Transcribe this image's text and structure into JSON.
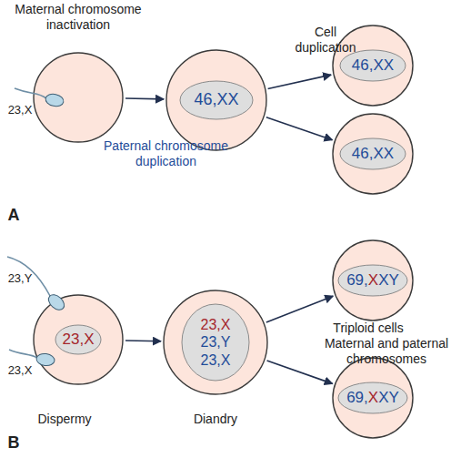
{
  "diagram": {
    "nodes": [
      {
        "text": [
          "Maternal chromosome inactivation"
        ]
      },
      {
        "text": [
          "46,XX"
        ]
      },
      {
        "text": [
          "46,XX"
        ]
      },
      {
        "text": [
          "46,XX"
        ]
      },
      {
        "text": [
          "23,X",
          "Dispermy"
        ]
      },
      {
        "text": [
          "23,X",
          "23,Y",
          "23,X",
          "Diandry"
        ]
      },
      {
        "text": [
          "69,XXY"
        ]
      },
      {
        "text": [
          "69,XXY"
        ]
      }
    ],
    "edges": [
      {
        "from": 0,
        "to": 1,
        "arrow": "to",
        "label": "Paternal chromosome duplication"
      },
      {
        "from": 1,
        "to": 2,
        "arrow": "to"
      },
      {
        "from": 1,
        "to": 3,
        "arrow": "to"
      },
      {
        "from": 4,
        "to": 5,
        "arrow": "to"
      },
      {
        "from": 5,
        "to": 6,
        "arrow": "to"
      },
      {
        "from": 5,
        "to": 7,
        "arrow": "to"
      }
    ],
    "labels": [
      "23,X",
      "Cell duplication",
      "A",
      "23,Y",
      "23,X",
      "Triploid cells",
      "Maternal and paternal chromosomes",
      "B"
    ]
  }
}
